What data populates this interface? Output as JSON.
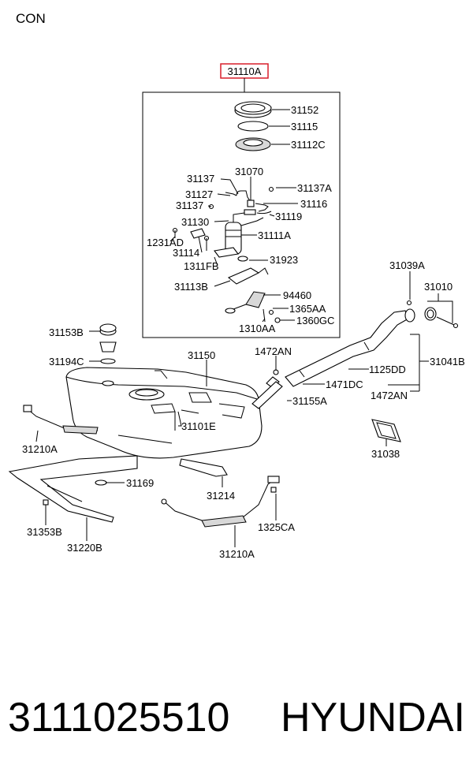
{
  "header": {
    "corner_label": "CON"
  },
  "diagram": {
    "assembly_label": "31110A",
    "accent_color": "#d81e2a",
    "callouts": {
      "c31152": "31152",
      "c31115": "31115",
      "c31112C": "31112C",
      "c31070": "31070",
      "c31137_a": "31137",
      "c31137A": "31137A",
      "c31127": "31127",
      "c31116": "31116",
      "c31137_b": "31137",
      "c31119": "31119",
      "c31130": "31130",
      "c31111A": "31111A",
      "c1231AD": "1231AD",
      "c31114": "31114",
      "c31923": "31923",
      "c1311FB": "1311FB",
      "c31113B": "31113B",
      "c94460": "94460",
      "c1365AA": "1365AA",
      "c1360GC": "1360GC",
      "c1310AA": "1310AA",
      "c31039A": "31039A",
      "c31010": "31010",
      "c31153B": "31153B",
      "c31150": "31150",
      "c1472AN_a": "1472AN",
      "c31194C": "31194C",
      "c1125DD": "1125DD",
      "c31041B": "31041B",
      "c1471DC": "1471DC",
      "c1472AN_b": "1472AN",
      "c31155A": "31155A",
      "c31101E": "31101E",
      "c31210A_a": "31210A",
      "c31038": "31038",
      "c31169": "31169",
      "c31214": "31214",
      "c31353B": "31353B",
      "c1325CA": "1325CA",
      "c31220B": "31220B",
      "c31210A_b": "31210A"
    }
  },
  "footer": {
    "part_number": "3111025510",
    "brand": "HYUNDAI"
  }
}
